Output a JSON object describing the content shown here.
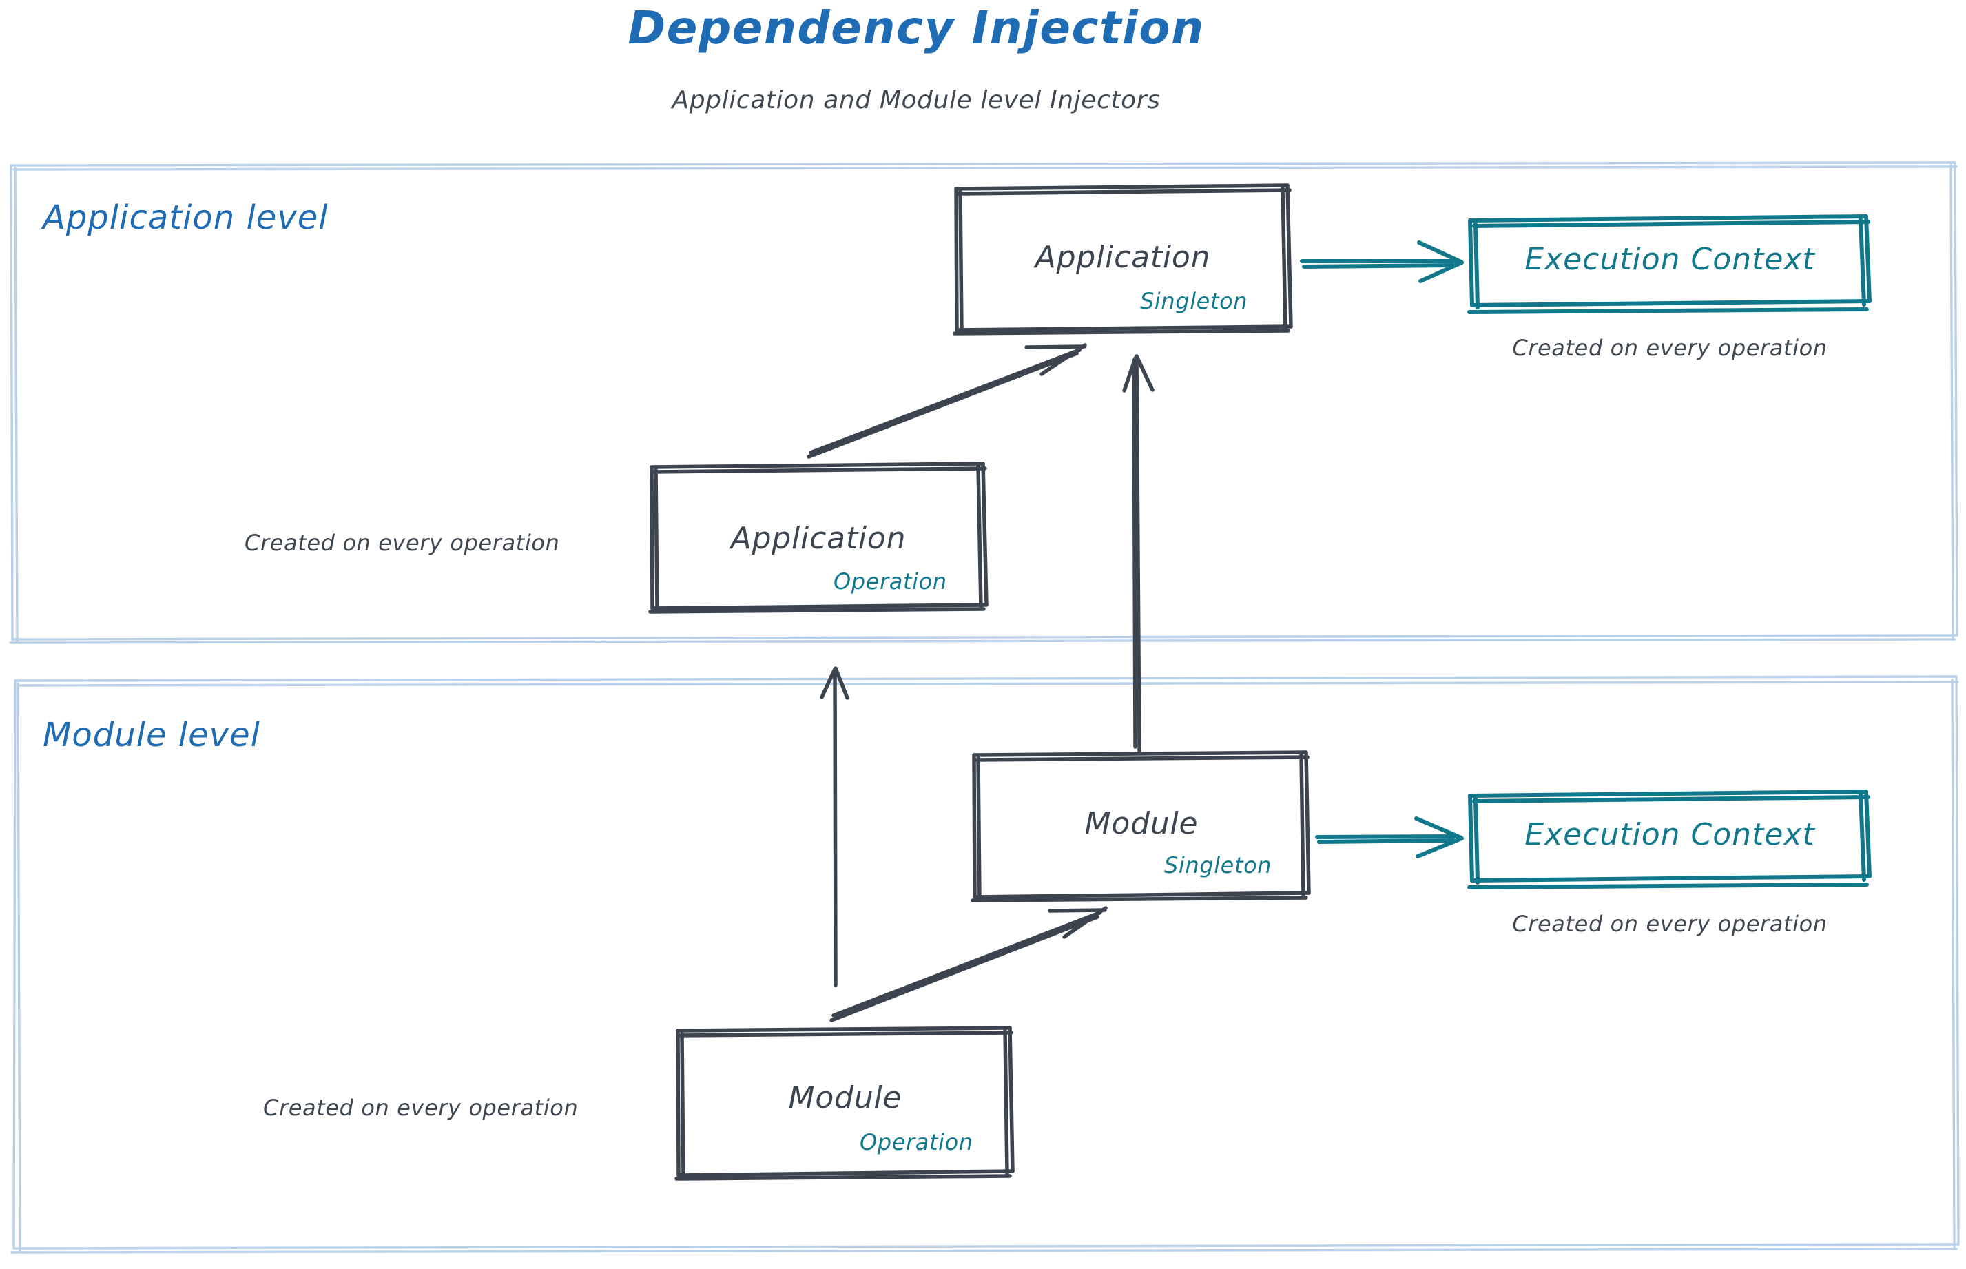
{
  "header": {
    "title": "Dependency Injection",
    "subtitle": "Application and Module level Injectors",
    "title_color": "#1f6cb5",
    "subtitle_color": "#3f4750"
  },
  "palette": {
    "accent_blue": "#1f6cb5",
    "container_border": "#b9d1e8",
    "node_stroke": "#3c454f",
    "teal": "#11788c",
    "background": "#ffffff"
  },
  "containers": [
    {
      "id": "application-level",
      "label": "Application level"
    },
    {
      "id": "module-level",
      "label": "Module level"
    }
  ],
  "nodes": [
    {
      "id": "application-singleton",
      "title": "Application",
      "scope": "Singleton",
      "container": "application-level"
    },
    {
      "id": "application-operation",
      "title": "Application",
      "scope": "Operation",
      "container": "application-level",
      "note": "Created on every operation"
    },
    {
      "id": "module-singleton",
      "title": "Module",
      "scope": "Singleton",
      "container": "module-level"
    },
    {
      "id": "module-operation",
      "title": "Module",
      "scope": "Operation",
      "container": "module-level",
      "note": "Created on every operation"
    }
  ],
  "execution_contexts": [
    {
      "id": "execution-context-application",
      "label": "Execution Context",
      "note": "Created on every operation",
      "container": "application-level"
    },
    {
      "id": "execution-context-module",
      "label": "Execution Context",
      "note": "Created on every operation",
      "container": "module-level"
    }
  ],
  "edges": [
    {
      "id": "app-operation-to-app-singleton",
      "from": "application-operation",
      "to": "application-singleton",
      "style": "solid-arrow",
      "color": "#3c454f"
    },
    {
      "id": "module-singleton-to-app-singleton",
      "from": "module-singleton",
      "to": "application-singleton",
      "style": "solid-arrow",
      "color": "#3c454f"
    },
    {
      "id": "module-operation-to-app-level",
      "from": "module-operation",
      "to": "application-level",
      "style": "solid-arrow",
      "color": "#3c454f"
    },
    {
      "id": "module-operation-to-module-singleton",
      "from": "module-operation",
      "to": "module-singleton",
      "style": "solid-arrow",
      "color": "#3c454f"
    },
    {
      "id": "app-singleton-to-execution-context",
      "from": "application-singleton",
      "to": "execution-context-application",
      "style": "solid-arrow",
      "color": "#11788c"
    },
    {
      "id": "module-singleton-to-execution-context",
      "from": "module-singleton",
      "to": "execution-context-module",
      "style": "solid-arrow",
      "color": "#11788c"
    }
  ],
  "notes": {
    "app_operation_note": "Created on every operation",
    "module_operation_note": "Created on every operation",
    "exec_ctx_app_note": "Created on every operation",
    "exec_ctx_module_note": "Created on every operation"
  }
}
